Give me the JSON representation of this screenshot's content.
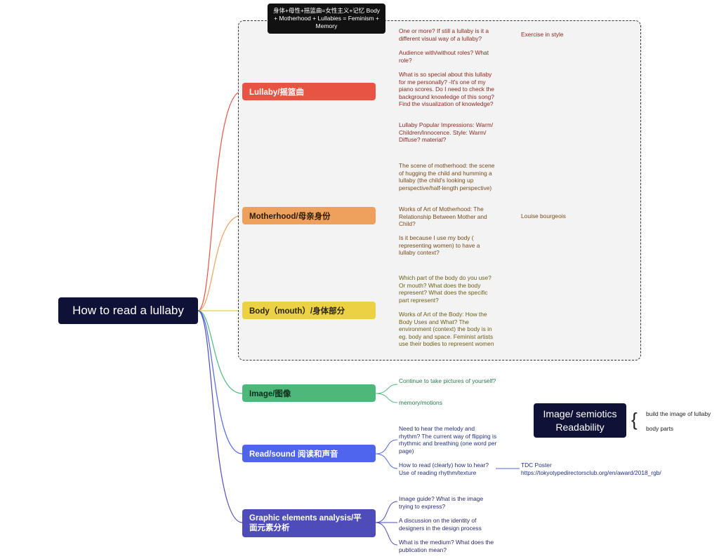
{
  "root": {
    "label": "How to read a lullaby"
  },
  "boundary": {
    "label": "身体+母性+摇篮曲=女性主义+记忆    Body + Motherhood + Lullabies = Feminism + Memory"
  },
  "colors": {
    "lullaby": "#e85444",
    "motherhood": "#eea15c",
    "body": "#ecd144",
    "image": "#4db87a",
    "read": "#4f65ee",
    "graphic": "#4d4cb8",
    "root": "#0f1236"
  },
  "branches": [
    {
      "label": "Lullaby/摇篮曲",
      "leaves": [
        "One or more? If still a lullaby is it a different visual way of a lullaby?",
        "Audience with/without roles? What role?",
        "What is so special about this lullaby for me personally? -It's one of my piano scores. Do I need to check the background knowledge of this song? Find the visualization of knowledge?",
        "Lullaby Popular Impressions: Warm/ Children/Innocence. Style: Warm/ Diffuse? material?"
      ],
      "leaf0_child": "Exercise in style"
    },
    {
      "label": "Motherhood/母亲身份",
      "leaves": [
        "The scene of motherhood: the scene of hugging the child and humming a lullaby (the child's looking up perspective/half-length perspective)",
        "Works of Art of Motherhood: The Relationship Between Mother and Child?",
        "Is it because I use my body ( representing women) to have a lullaby context?"
      ],
      "leaf1_child": "Louise bourgeois"
    },
    {
      "label": "Body（mouth）/身体部分",
      "leaves": [
        "Which part of the body do you use? Or mouth? What does the body represent? What does the specific part represent?",
        "Works of Art of the Body: How the Body Uses and What? The environment (context) the body is in eg. body and space. Feminist artists use their bodies to represent women"
      ]
    },
    {
      "label": "Image/图像",
      "leaves": [
        "Continue to take pictures of yourself?",
        "memory/motions"
      ]
    },
    {
      "label": "Read/sound 阅读和声音",
      "leaves": [
        "Need to hear the melody and rhythm? The current way of flipping is rhythmic and breathing (one word per page)",
        "How to read (clearly) how to hear? Use of reading rhythm/texture"
      ],
      "leaf1_child": "TDC Poster https://tokyotypedirectorsclub.org/en/award/2018_rgb/"
    },
    {
      "label": "Graphic elements analysis/平面元素分析",
      "leaves": [
        "Image guide? What is the image trying to express?",
        "A discussion on the identity of designers in the design process",
        "What is the medium? What does the publication mean?"
      ]
    }
  ],
  "legend": {
    "title": "Image/ semiotics Readability",
    "items": [
      "build the image of lullaby",
      "body parts"
    ]
  }
}
